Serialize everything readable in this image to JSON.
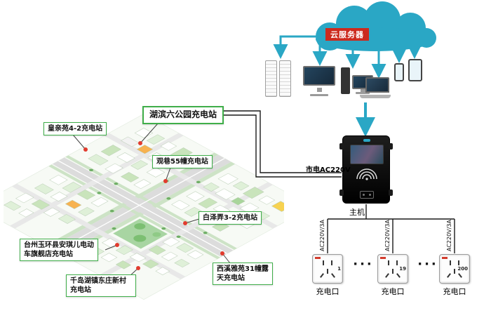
{
  "cloud": {
    "label": "云服务器"
  },
  "host": {
    "label": "主机",
    "mains_label": "市电AC220V"
  },
  "charging": {
    "wire_label": "AC220V/3A",
    "port_label": "充电口",
    "port_numbers": [
      "1",
      "19",
      "200"
    ],
    "ellipsis": "···"
  },
  "stations": [
    {
      "name": "湖滨六公园充电站"
    },
    {
      "name": "皇亲苑4-2充电站"
    },
    {
      "name": "观巷55幢充电站"
    },
    {
      "name": "白泽弄3-2充电站"
    },
    {
      "name": "台州玉环县安琪儿电动车旗舰店充电站"
    },
    {
      "name": "西溪雅苑31幢露天充电站"
    },
    {
      "name": "千岛湖镇东庄新村充电站"
    }
  ],
  "icons": [
    "cloud-icon",
    "server-rack-icon",
    "monitor-icon",
    "desktop-pc-icon",
    "laptop-icon",
    "smartphone-icon",
    "tablet-icon",
    "host-controller-icon",
    "nfc-waves-icon",
    "power-socket-icon",
    "map-pin-icon"
  ],
  "colors": {
    "cloud_teal": "#2aa7c5",
    "label_red": "#cc2a1e",
    "callout_green": "#3fae49"
  }
}
